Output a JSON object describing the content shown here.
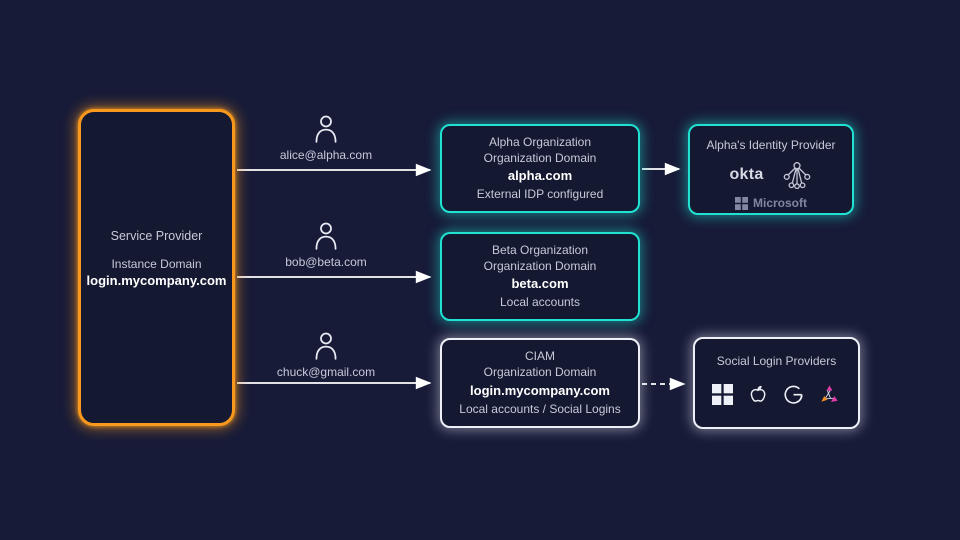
{
  "colors": {
    "background": "#171b38",
    "node_fill": "#141831",
    "orange_border": "#f8981d",
    "teal_border": "#20e2d2",
    "white_border": "#eef0f8",
    "text": "#c6cad8",
    "bold_text": "#ffffff",
    "arrow": "#ffffff",
    "logo_orange": "#ef8f1f",
    "logo_magenta": "#e03aa8"
  },
  "service_provider": {
    "title": "Service Provider",
    "domain_label": "Instance Domain",
    "domain": "login.mycompany.com"
  },
  "users": [
    {
      "email": "alice@alpha.com"
    },
    {
      "email": "bob@beta.com"
    },
    {
      "email": "chuck@gmail.com"
    }
  ],
  "organizations": [
    {
      "title": "Alpha Organization",
      "domain_label": "Organization Domain",
      "domain": "alpha.com",
      "footer": "External IDP configured"
    },
    {
      "title": "Beta Organization",
      "domain_label": "Organization Domain",
      "domain": "beta.com",
      "footer": "Local accounts"
    },
    {
      "title": "CIAM",
      "domain_label": "Organization Domain",
      "domain": "login.mycompany.com",
      "footer": "Local accounts / Social Logins"
    }
  ],
  "identity_provider": {
    "title": "Alpha's Identity Provider",
    "okta_label": "okta",
    "microsoft_label": "Microsoft",
    "icons": [
      "okta-wordmark",
      "directory-tree-icon",
      "microsoft-logo"
    ]
  },
  "social_providers": {
    "title": "Social Login Providers",
    "icons": [
      "microsoft-icon",
      "apple-icon",
      "google-icon",
      "share-triangle-icon"
    ]
  },
  "connections": [
    {
      "from": "service-provider",
      "to": "alpha-organization",
      "user": "alice@alpha.com",
      "style": "solid"
    },
    {
      "from": "service-provider",
      "to": "beta-organization",
      "user": "bob@beta.com",
      "style": "solid"
    },
    {
      "from": "service-provider",
      "to": "ciam-organization",
      "user": "chuck@gmail.com",
      "style": "solid"
    },
    {
      "from": "alpha-organization",
      "to": "alphas-identity-provider",
      "style": "solid"
    },
    {
      "from": "ciam-organization",
      "to": "social-login-providers",
      "style": "dashed"
    }
  ]
}
